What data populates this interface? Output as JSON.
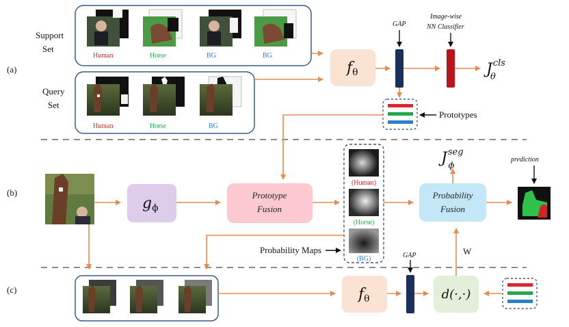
{
  "row_labels": {
    "a": "(a)",
    "b": "(b)",
    "c": "(c)"
  },
  "support_set": {
    "title_line1": "Support",
    "title_line2": "Set",
    "items": [
      "Human",
      "Horse",
      "BG",
      "BG"
    ]
  },
  "query_set": {
    "title_line1": "Query",
    "title_line2": "Set",
    "items": [
      "Human",
      "Horse",
      "BG"
    ]
  },
  "encoder_label": "f",
  "encoder_sub": "θ",
  "gap_label": "GAP",
  "classifier_label_line1": "Image-wise",
  "classifier_label_line2": "NN Classifier",
  "loss_cls": {
    "main": "J",
    "sup": "cls",
    "sub": "θ"
  },
  "prototypes_label": "Prototypes",
  "g_label": "g",
  "g_sub": "ϕ",
  "prototype_fusion_line1": "Prototype",
  "prototype_fusion_line2": "Fusion",
  "probability_maps_label": "Probability Maps",
  "prob_map_items": [
    "(Human)",
    "(Horse)",
    "(BG)"
  ],
  "probability_fusion_line1": "Probability",
  "probability_fusion_line2": "Fusion",
  "loss_seg": {
    "main": "J",
    "sup": "seg",
    "sub": "ϕ"
  },
  "prediction_label": "prediction",
  "w_label": "W",
  "distance_label": "d(·,·)",
  "colors": {
    "human": "#e0252f",
    "horse": "#22a84a",
    "bg": "#2f7fc6",
    "arrow": "#ec8a4a",
    "panel_border": "#3d5a85",
    "encoder_fill": "#fbe3d4",
    "g_fill": "#ddcdea",
    "proto_fusion_fill": "#fbc9cf",
    "prob_fusion_fill": "#c4e7f7",
    "distance_fill": "#e3efd9",
    "gap_bar": "#1b2f5c",
    "classifier_bar": "#b8141b"
  }
}
